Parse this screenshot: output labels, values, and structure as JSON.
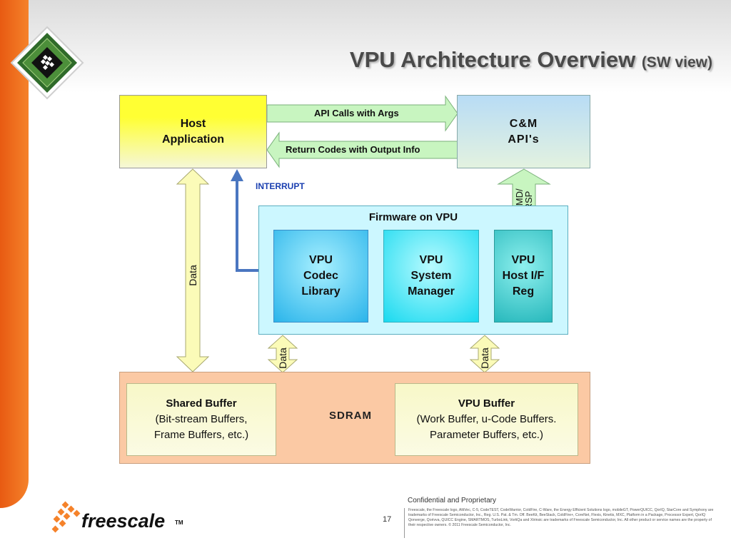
{
  "slide": {
    "title": "VPU Architecture Overview",
    "title_sub": "(SW view)",
    "page_number": "17",
    "confidential": "Confidential and Proprietary",
    "legal_text": "Freescale, the Freescale logo, AltiVec, C-5, CodeTEST, CodeWarrior, ColdFire, C-Ware, the Energy Efficient Solutions logo, mobileGT, PowerQUICC, QorIQ, StarCore and Symphony are trademarks of Freescale Semiconductor, Inc., Reg. U.S. Pat. & Tm. Off. BeeKit, BeeStack, ColdFire+, CoreNet, Flexis, Kinetis, MXC, Platform in a Package, Processor Expert, QorIQ Qonverge, Qorivva, QUICC Engine, SMARTMOS, TurboLink, VortiQa and Xtrinsic are trademarks of Freescale Semiconductor, Inc. All other product or service names are the property of their respective owners. © 2011 Freescale Semiconductor, Inc.",
    "brand": "freescale",
    "tm": "TM"
  },
  "diagram": {
    "host": [
      "Host",
      "Application"
    ],
    "cm": [
      "C&M",
      "API's"
    ],
    "api_calls": "API Calls with Args",
    "return_codes": "Return Codes with Output Info",
    "interrupt": "INTERRUPT",
    "cmd_rsp": [
      "CMD/",
      "RSP"
    ],
    "firmware_title": "Firmware on VPU",
    "codec": [
      "VPU",
      "Codec",
      "Library"
    ],
    "sysmgr": [
      "VPU",
      "System",
      "Manager"
    ],
    "hostif": [
      "VPU",
      "Host I/F",
      "Reg"
    ],
    "data_left": "Data",
    "data_mid1": "Data",
    "data_mid2": "Data",
    "sdram": "SDRAM",
    "shared_title": "Shared Buffer",
    "shared_line1": "(Bit-stream Buffers,",
    "shared_line2": "Frame Buffers, etc.)",
    "vpubuf_title": "VPU Buffer",
    "vpubuf_line1": "(Work Buffer, u-Code Buffers.",
    "vpubuf_line2": "Parameter Buffers, etc.)"
  },
  "colors": {
    "orange": "#f5822a",
    "host_yellow": "#ffff33",
    "interrupt_blue": "#1a3fb0",
    "arrow_green": "#c8f5c0",
    "arrow_yellow": "#fbfbb8"
  }
}
